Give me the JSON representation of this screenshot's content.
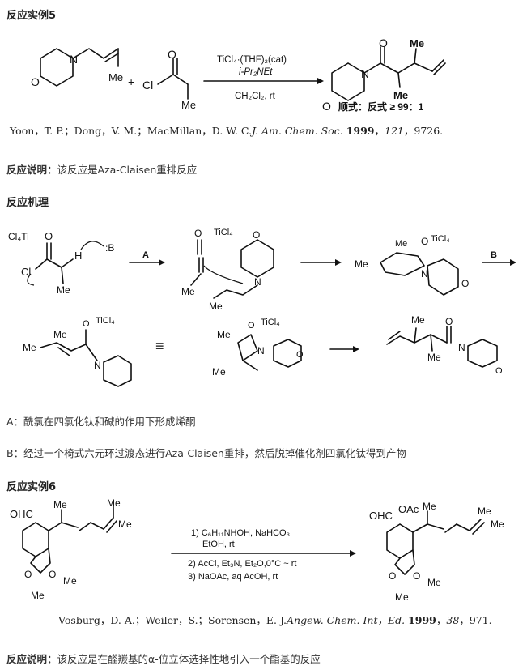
{
  "example5": {
    "heading": "反应实例5",
    "reagents": {
      "line1": "TiCl₄·(THF)₂(cat)",
      "line2": "i-Pr₂NEt",
      "line3": "CH₂Cl₂, rt"
    },
    "atoms": {
      "O": "O",
      "N": "N",
      "Me": "Me",
      "Cl": "Cl",
      "plus": "+"
    },
    "ratio": "顺式：反式 ≥ 99：1",
    "citation": {
      "authors": "Yoon，T. P.；Dong，V. M.；MacMillan，D. W. C.",
      "journal": "J. Am. Chem. Soc.",
      "year": "1999",
      "volume": "121",
      "page": "9726."
    },
    "note_label": "反应说明：",
    "note_text": "该反应是Aza-Claisen重排反应"
  },
  "mechanism": {
    "heading": "反应机理",
    "labels": {
      "ticl4_left": "Cl₄Ti",
      "ticl4": "TiCl₄",
      "base": ":B",
      "H": "H",
      "step_A": "A",
      "step_B": "B",
      "equiv": "≡"
    },
    "note_A": "A：酰氯在四氯化钛和碱的作用下形成烯酮",
    "note_B": "B：经过一个椅式六元环过渡态进行Aza-Claisen重排，然后脱掉催化剂四氯化钛得到产物"
  },
  "example6": {
    "heading": "反应实例6",
    "atoms": {
      "OHC": "OHC",
      "OAc": "OAc",
      "O": "O",
      "Me": "Me"
    },
    "reagents": {
      "line1": "1) C₆H₁₁NHOH, NaHCO₃",
      "line2": "EtOH, rt",
      "line3": "2) AcCl, Et₃N, Et₂O,0°C ~ rt",
      "line4": "3) NaOAc, aq AcOH, rt"
    },
    "citation": {
      "authors": "Vosburg，D. A.；Weiler，S.；Sorensen，E. J.",
      "journal": "Angew. Chem. Int，Ed.",
      "year": "1999",
      "volume": "38",
      "page": "971."
    },
    "note_label": "反应说明：",
    "note_text": "该反应是在醛羰基的α-位立体选择性地引入一个酯基的反应"
  }
}
